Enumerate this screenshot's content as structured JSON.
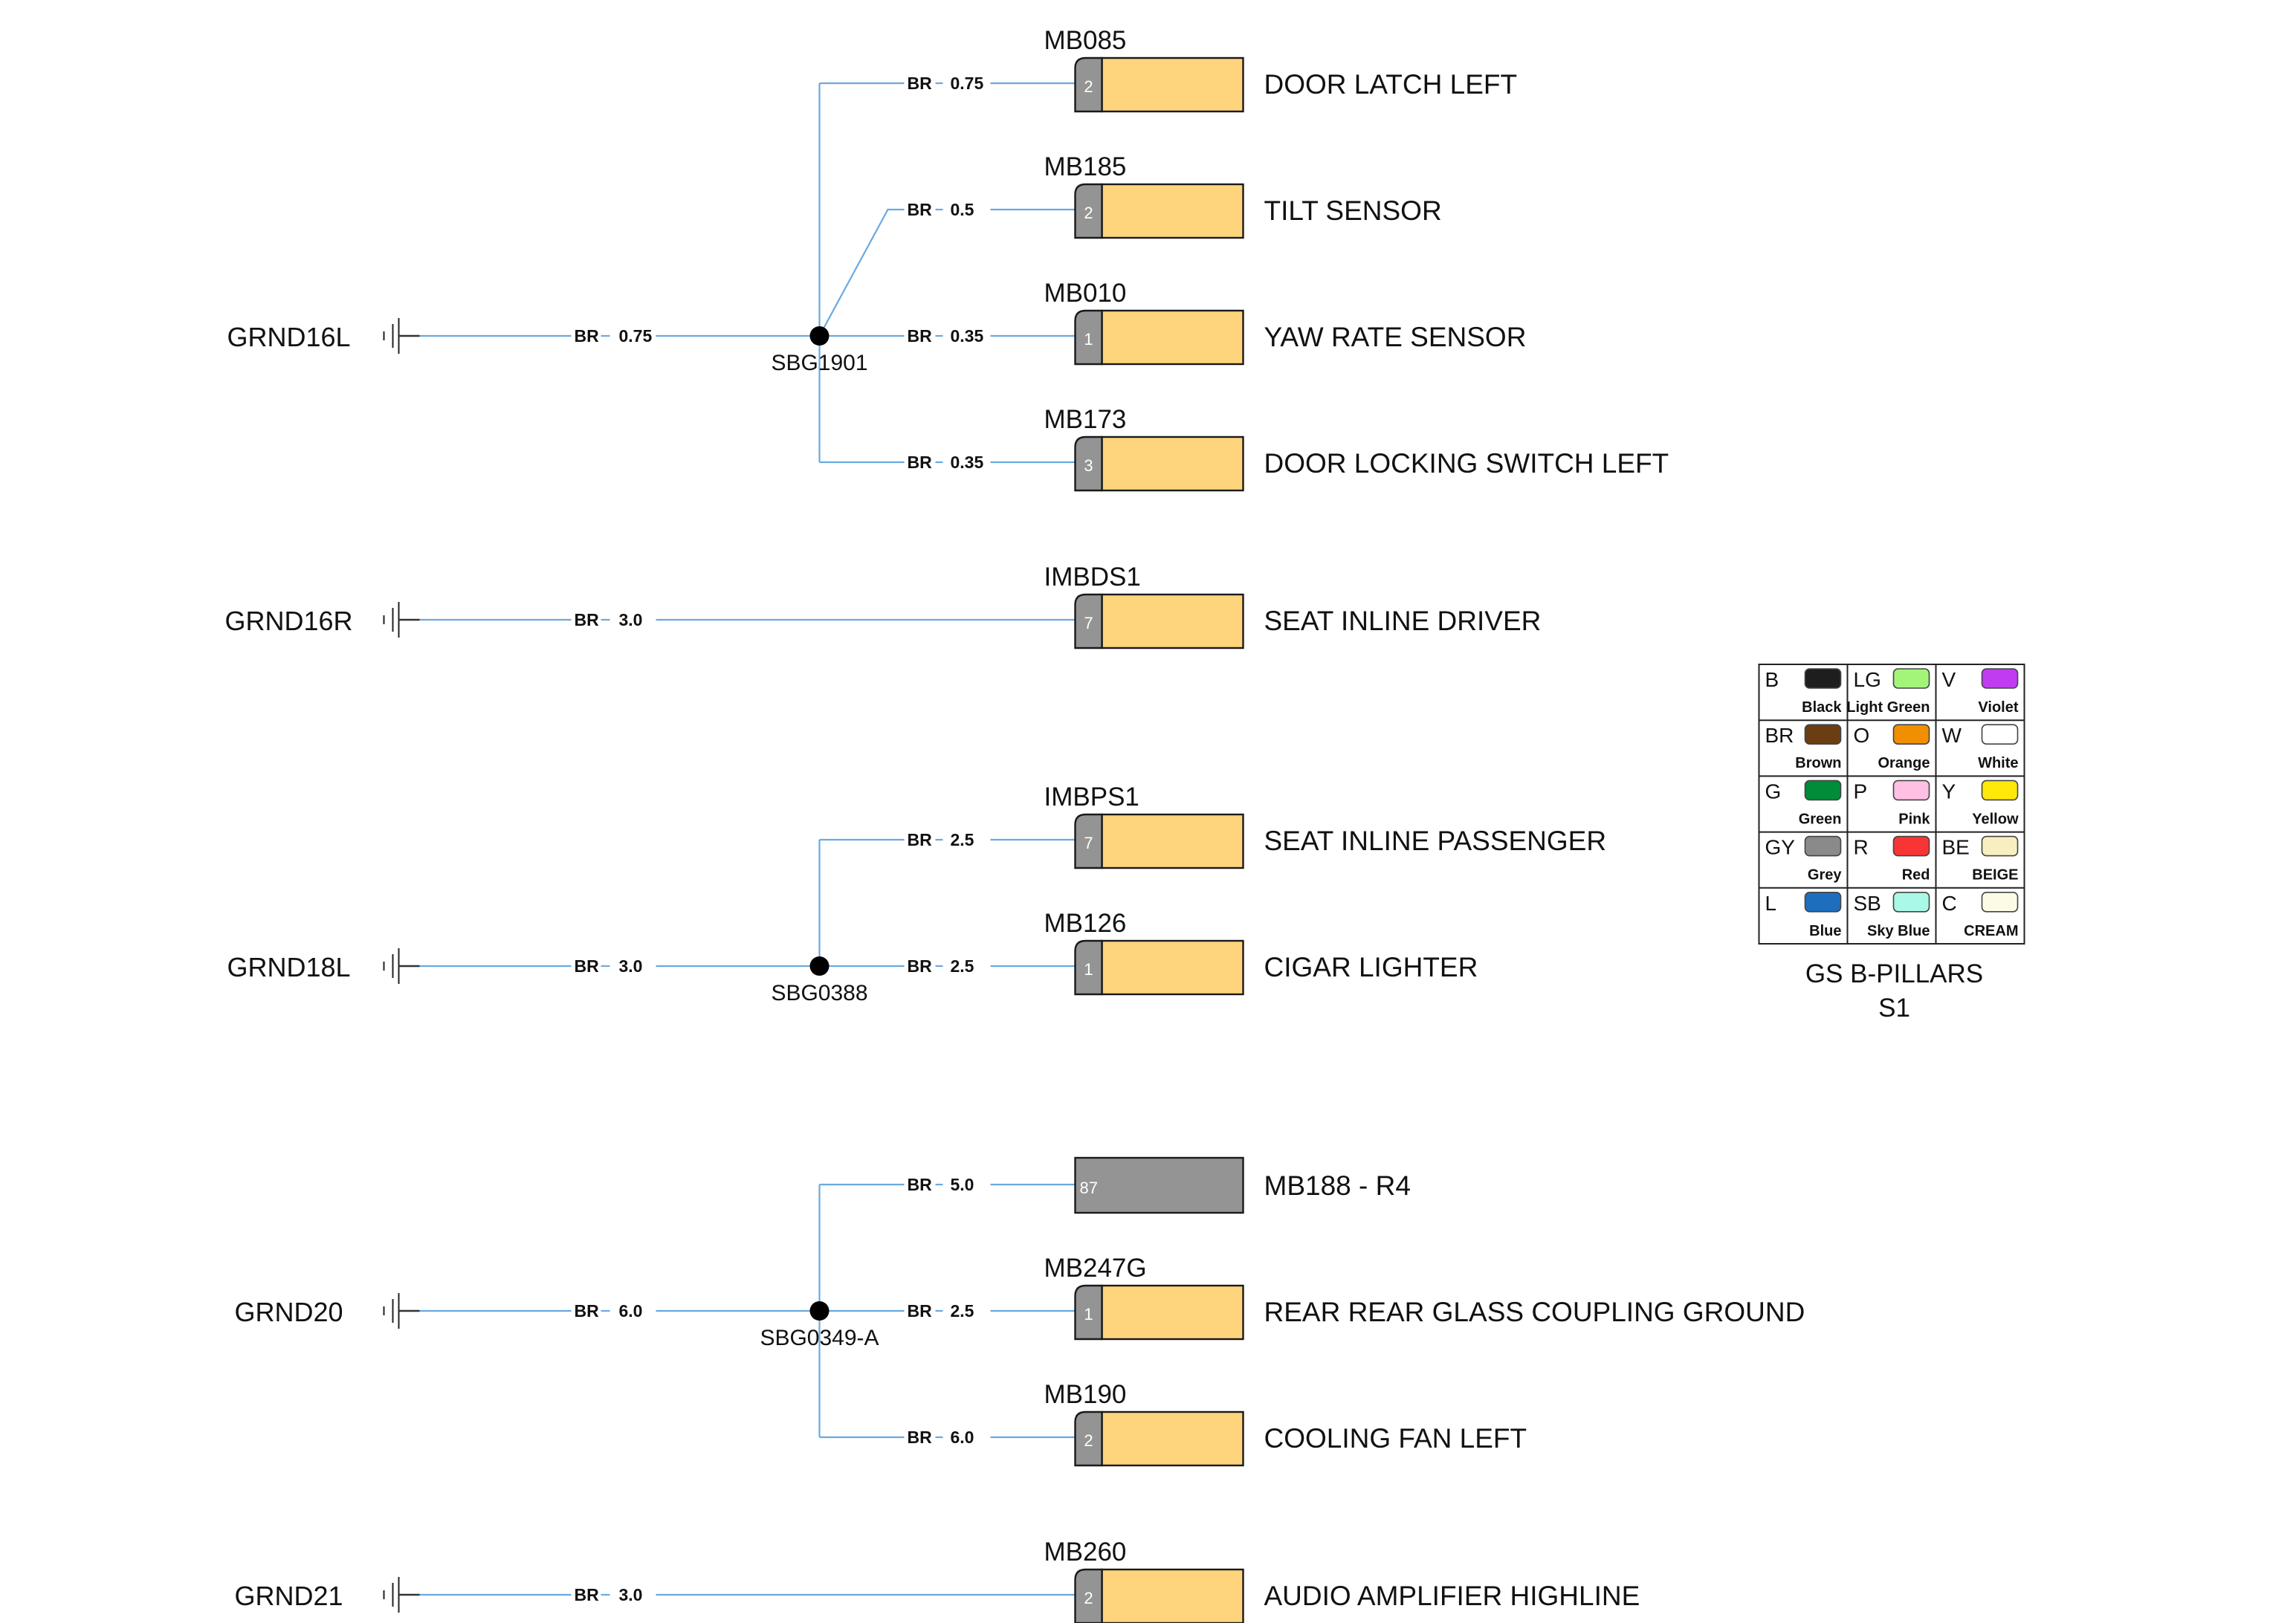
{
  "grounds": [
    {
      "name": "GRND16L",
      "trunk": {
        "color": "BR",
        "gauge": "0.75"
      },
      "splice": "SBG1901",
      "branches": [
        {
          "color": "BR",
          "gauge": "0.75",
          "connector": "MB085",
          "pin": "2",
          "description": "DOOR LATCH LEFT"
        },
        {
          "color": "BR",
          "gauge": "0.5",
          "connector": "MB185",
          "pin": "2",
          "description": "TILT SENSOR"
        },
        {
          "color": "BR",
          "gauge": "0.35",
          "connector": "MB010",
          "pin": "1",
          "description": "YAW RATE SENSOR"
        },
        {
          "color": "BR",
          "gauge": "0.35",
          "connector": "MB173",
          "pin": "3",
          "description": "DOOR LOCKING SWITCH LEFT"
        }
      ]
    },
    {
      "name": "GRND16R",
      "trunk": {
        "color": "BR",
        "gauge": "3.0"
      },
      "splice": null,
      "branches": [
        {
          "color": "",
          "gauge": "",
          "connector": "IMBDS1",
          "pin": "7",
          "description": "SEAT INLINE DRIVER"
        }
      ]
    },
    {
      "name": "GRND18L",
      "trunk": {
        "color": "BR",
        "gauge": "3.0"
      },
      "splice": "SBG0388",
      "branches": [
        {
          "color": "BR",
          "gauge": "2.5",
          "connector": "IMBPS1",
          "pin": "7",
          "description": "SEAT INLINE PASSENGER"
        },
        {
          "color": "BR",
          "gauge": "2.5",
          "connector": "MB126",
          "pin": "1",
          "description": "CIGAR LIGHTER"
        }
      ]
    },
    {
      "name": "GRND20",
      "trunk": {
        "color": "BR",
        "gauge": "6.0"
      },
      "splice": "SBG0349-A",
      "branches": [
        {
          "color": "BR",
          "gauge": "5.0",
          "connector": "",
          "pin": "87",
          "description": "MB188 - R4",
          "relay": true
        },
        {
          "color": "BR",
          "gauge": "2.5",
          "connector": "MB247G",
          "pin": "1",
          "description": "REAR REAR GLASS COUPLING GROUND"
        },
        {
          "color": "BR",
          "gauge": "6.0",
          "connector": "MB190",
          "pin": "2",
          "description": "COOLING FAN LEFT"
        }
      ]
    },
    {
      "name": "GRND21",
      "trunk": {
        "color": "BR",
        "gauge": "3.0"
      },
      "splice": null,
      "branches": [
        {
          "color": "",
          "gauge": "",
          "connector": "MB260",
          "pin": "2",
          "description": "AUDIO AMPLIFIER HIGHLINE"
        }
      ]
    }
  ],
  "legend": {
    "title": "GS B-PILLARS",
    "subtitle": "S1",
    "entries": [
      {
        "code": "B",
        "name": "Black",
        "color": "#1e1e1e"
      },
      {
        "code": "LG",
        "name": "Light Green",
        "color": "#a3f57a"
      },
      {
        "code": "V",
        "name": "Violet",
        "color": "#c03cf0"
      },
      {
        "code": "BR",
        "name": "Brown",
        "color": "#6b3d12"
      },
      {
        "code": "O",
        "name": "Orange",
        "color": "#f09000"
      },
      {
        "code": "W",
        "name": "White",
        "color": "#ffffff"
      },
      {
        "code": "G",
        "name": "Green",
        "color": "#008c38"
      },
      {
        "code": "P",
        "name": "Pink",
        "color": "#ffc0e4"
      },
      {
        "code": "Y",
        "name": "Yellow",
        "color": "#ffe80a"
      },
      {
        "code": "GY",
        "name": "Grey",
        "color": "#8a8a8a"
      },
      {
        "code": "R",
        "name": "Red",
        "color": "#f83434"
      },
      {
        "code": "BE",
        "name": "BEIGE",
        "color": "#f8efc0"
      },
      {
        "code": "L",
        "name": "Blue",
        "color": "#1e6ebe"
      },
      {
        "code": "SB",
        "name": "Sky Blue",
        "color": "#aaf8e6"
      },
      {
        "code": "C",
        "name": "CREAM",
        "color": "#fcfce6"
      }
    ]
  },
  "colors": {
    "wire": "#6aa9e0",
    "connector_body": "#fed47c",
    "connector_pin": "#949494",
    "relay_body": "#949494"
  }
}
